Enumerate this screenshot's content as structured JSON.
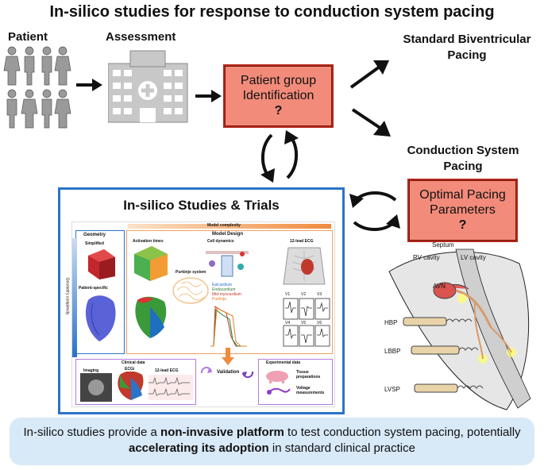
{
  "title": "In-silico studies for response to conduction system pacing",
  "labels": {
    "patient": "Patient",
    "assessment": "Assessment",
    "standard": "Standard Biventricular Pacing",
    "csp": "Conduction System Pacing"
  },
  "boxes": {
    "group_line1": "Patient group",
    "group_line2": "Identification",
    "group_q": "?",
    "optimal_line1": "Optimal Pacing",
    "optimal_line2": "Parameters",
    "optimal_q": "?"
  },
  "panel": {
    "title": "In-silico Studies & Trials",
    "model_complexity": "Model complexity",
    "geometry_complexity": "Geometry complexity",
    "geometry": "Geometry",
    "simplified": "Simplified",
    "patient_specific": "Patient-specific",
    "model_design": "Model Design",
    "activation_times": "Activation times",
    "cell_dynamics": "Cell dynamics",
    "ecg12": "12-lead ECG",
    "purkinje": "Purkinje system",
    "leads": [
      "V1",
      "V2",
      "V3",
      "V4",
      "V5",
      "V6"
    ],
    "clinical_data": "Clinical data",
    "ecgi": "ECGi",
    "imaging": "Imaging",
    "ecg12_bottom": "12-lead ECG",
    "validation": "Validation",
    "experimental_data": "Experimental data",
    "tissue_preparations": "Tissue preparations",
    "voltage_measurements": "Voltage measurements",
    "cell_legend": [
      "Epicardium",
      "Endocardium",
      "Mid-myocardium",
      "Purkinje"
    ]
  },
  "heart": {
    "septum": "Septum",
    "rv_cavity": "RV cavity",
    "lv_cavity": "LV cavity",
    "avn": "AVN",
    "hbp": "HBP",
    "lbbp": "LBBP",
    "lvsp": "LVSP"
  },
  "summary": {
    "part1": "In-silico studies provide a ",
    "bold1": "non-invasive platform",
    "part2": " to test conduction system pacing, potentially ",
    "bold2": "accelerating its adoption",
    "part3": " in standard clinical practice"
  },
  "colors": {
    "red_box": "#f28b7a",
    "red_border": "#b3271a",
    "panel_border": "#2a73c8",
    "summary_bg": "#d8e9f8",
    "patient_icon": "#9a9a9a"
  }
}
